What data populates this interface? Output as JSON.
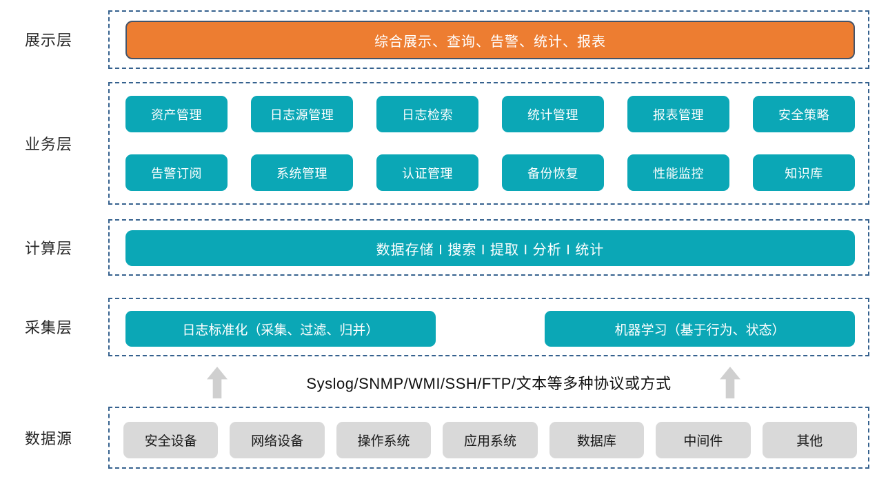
{
  "display": {
    "label": "展示层",
    "banner": "综合展示、查询、告警、统计、报表"
  },
  "business": {
    "label": "业务层",
    "items": [
      "资产管理",
      "日志源管理",
      "日志检索",
      "统计管理",
      "报表管理",
      "安全策略",
      "告警订阅",
      "系统管理",
      "认证管理",
      "备份恢复",
      "性能监控",
      "知识库"
    ]
  },
  "compute": {
    "label": "计算层",
    "banner": "数据存储 I 搜索 I 提取 I 分析 I 统计"
  },
  "collection": {
    "label": "采集层",
    "items": [
      "日志标准化（采集、过滤、归并）",
      "机器学习（基于行为、状态）"
    ]
  },
  "transport": {
    "text": "Syslog/SNMP/WMI/SSH/FTP/文本等多种协议或方式",
    "arrow_icon": "up-arrow-icon"
  },
  "datasource": {
    "label": "数据源",
    "items": [
      "安全设备",
      "网络设备",
      "操作系统",
      "应用系统",
      "数据库",
      "中间件",
      "其他"
    ]
  },
  "colors": {
    "accent_teal": "#0BA7B6",
    "accent_orange": "#ED7D31",
    "orange_border": "#44546A",
    "dashed_border": "#35618E",
    "box_gray": "#D9D9D9",
    "arrow_gray": "#CFCFCF",
    "text_on_accent": "#FFFFFF",
    "label_text": "#262626"
  }
}
